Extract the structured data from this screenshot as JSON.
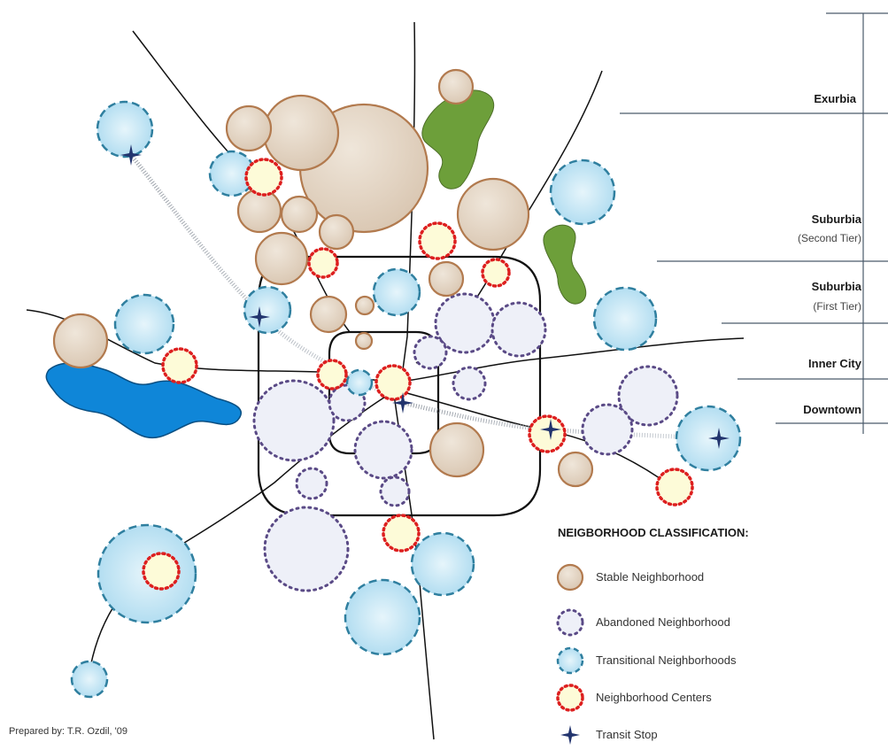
{
  "zones": [
    {
      "name": "Exurbia",
      "sub": ""
    },
    {
      "name": "Suburbia",
      "sub": "(Second Tier)"
    },
    {
      "name": "Suburbia",
      "sub": "(First Tier)"
    },
    {
      "name": "Inner City",
      "sub": ""
    },
    {
      "name": "Downtown",
      "sub": ""
    }
  ],
  "legend": {
    "title": "NEIGBORHOOD CLASSIFICATION:",
    "items": [
      {
        "key": "stable",
        "label": "Stable Neighborhood"
      },
      {
        "key": "abandoned",
        "label": "Abandoned Neighborhood"
      },
      {
        "key": "transitional",
        "label": "Transitional Neighborhoods"
      },
      {
        "key": "center",
        "label": "Neighborhood Centers"
      },
      {
        "key": "transit",
        "label": "Transit Stop"
      }
    ]
  },
  "credit": "Prepared by: T.R. Ozdil, '09",
  "colors": {
    "stable_fill": "#e2d3c3",
    "stable_stroke": "#b27a4e",
    "abandoned_stroke": "#5a4a86",
    "abandoned_fill": "#eef0f8",
    "transitional_fill": "#bfe3f3",
    "transitional_stroke": "#2f7f9f",
    "center_fill": "#fdfbd8",
    "center_stroke": "#dd1f1f",
    "transit": "#22346e",
    "park": "#6d9f3a",
    "lake": "#0f86d8",
    "road": "#111111"
  }
}
